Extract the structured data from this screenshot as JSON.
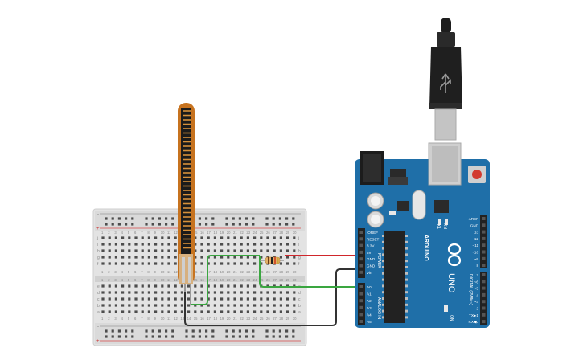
{
  "arduino": {
    "brand": "ARDUINO",
    "model": "UNO",
    "on_label": "ON",
    "tx_label": "TX",
    "rx_label": "RX",
    "power_header_title": "POWER",
    "analog_header_title": "ANALOG IN",
    "digital_header_title": "DIGITAL (PWM~)",
    "power_pins": [
      "IOREF",
      "RESET",
      "3.3V",
      "5V",
      "GND",
      "GND",
      "Vin"
    ],
    "analog_pins": [
      "A0",
      "A1",
      "A2",
      "A3",
      "A4",
      "A5"
    ],
    "digital_top_pins": [
      "AREF",
      "GND",
      "13",
      "12",
      "~11",
      "~10",
      "~9",
      "8"
    ],
    "digital_bottom_pins": [
      "7",
      "~6",
      "~5",
      "4",
      "~3",
      "2",
      "TX▶1",
      "RX◀0"
    ]
  },
  "breadboard": {
    "row_letters_top": [
      "j",
      "i",
      "h",
      "g",
      "f"
    ],
    "row_letters_bottom": [
      "e",
      "d",
      "c",
      "b",
      "a"
    ],
    "column_numbers": [
      "1",
      "2",
      "3",
      "4",
      "5",
      "6",
      "7",
      "8",
      "9",
      "10",
      "11",
      "12",
      "13",
      "14",
      "15",
      "16",
      "17",
      "18",
      "19",
      "20",
      "21",
      "22",
      "23",
      "24",
      "25",
      "26",
      "27",
      "28",
      "29",
      "30"
    ],
    "rail_plus": "+",
    "rail_minus": "-"
  },
  "colors": {
    "board_blue": "#1f6fa8",
    "wire_red": "#d0262b",
    "wire_green": "#3aa640",
    "wire_black": "#333333",
    "flex_sensor": "#c7731f",
    "breadboard_bg": "#e6e6e6"
  }
}
